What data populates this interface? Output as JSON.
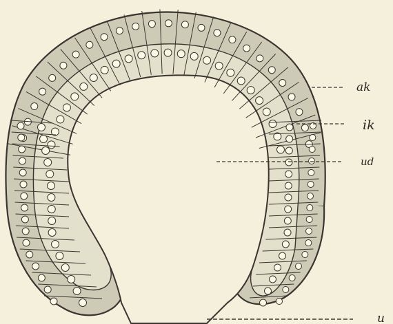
{
  "figure": {
    "labels": {
      "ak": "ak",
      "ik": "ik",
      "ud": "ud",
      "u": "u"
    },
    "colors": {
      "paper": "#f4f0dc",
      "outer_layer": "#cdcab6",
      "inner_layer": "#e3e0cb",
      "cell_wall": "#3a3530",
      "nucleus": "#fbf8e6"
    }
  }
}
